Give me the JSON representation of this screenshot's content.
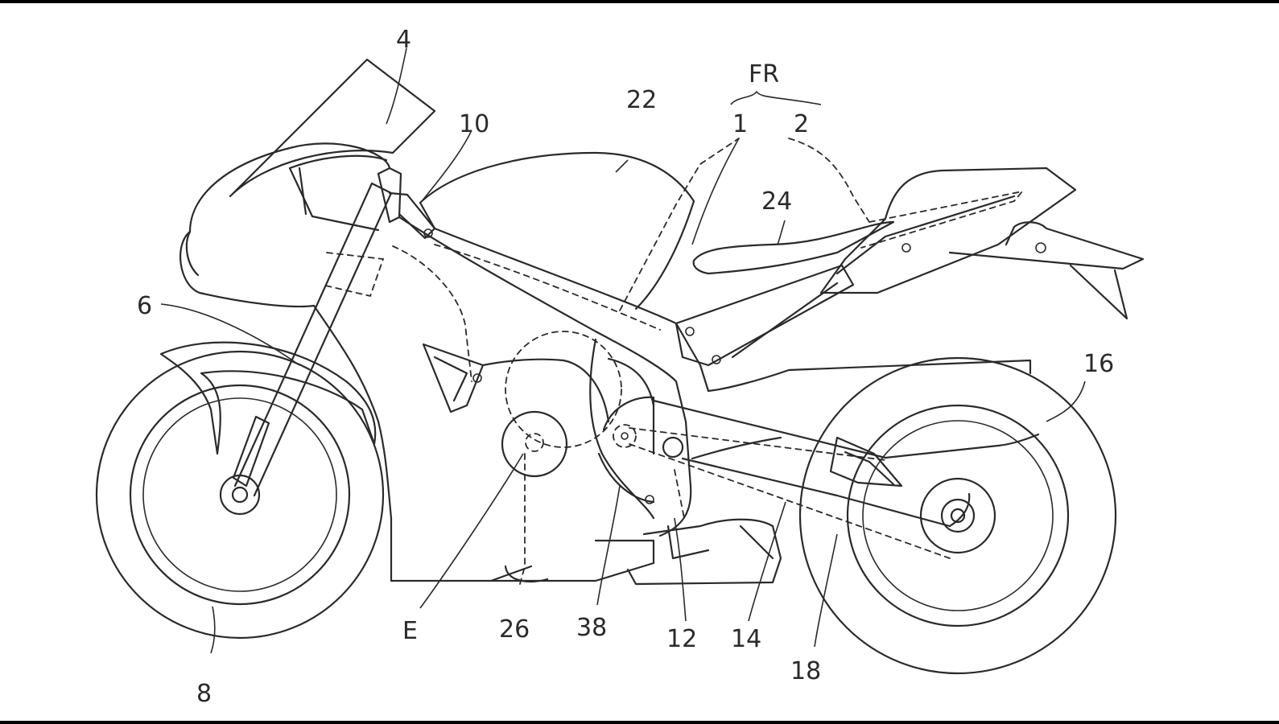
{
  "colors": {
    "frame": "#000000",
    "paper": "#ffffff",
    "ink": "#2a2a2a"
  },
  "labels": {
    "fr": "FR",
    "ref_1": "1",
    "ref_2": "2",
    "ref_4": "4",
    "ref_6": "6",
    "ref_8": "8",
    "ref_10": "10",
    "ref_12": "12",
    "ref_14": "14",
    "ref_16": "16",
    "ref_18": "18",
    "ref_22": "22",
    "ref_24": "24",
    "ref_26": "26",
    "ref_38": "38",
    "ref_e": "E"
  }
}
